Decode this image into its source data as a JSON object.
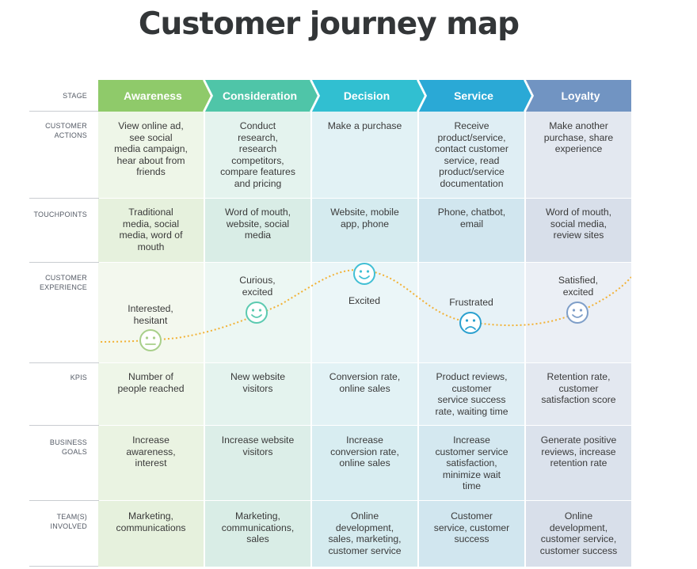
{
  "title": "Customer journey map",
  "row_labels": {
    "stage": "STAGE",
    "actions": [
      "CUSTOMER",
      "ACTIONS"
    ],
    "touchpoints": "TOUCHPOINTS",
    "experience": [
      "CUSTOMER",
      "EXPERIENCE"
    ],
    "kpis": "KPIS",
    "goals": [
      "BUSINESS",
      "GOALS"
    ],
    "teams": [
      "TEAM(S)",
      "INVOLVED"
    ]
  },
  "stages": [
    {
      "name": "Awareness",
      "color": "#8fca6a",
      "actions": [
        "View online ad,",
        "see social",
        "media campaign,",
        "hear about from",
        "friends"
      ],
      "touchpoints": [
        "Traditional",
        "media, social",
        "media, word of",
        "mouth"
      ],
      "experience": [
        "Interested,",
        "hesitant"
      ],
      "face": "neutral",
      "kpis": [
        "Number of",
        "people reached"
      ],
      "goals": [
        "Increase",
        "awareness,",
        "interest"
      ],
      "teams": [
        "Marketing,",
        "communications"
      ]
    },
    {
      "name": "Consideration",
      "color": "#4fc5a8",
      "actions": [
        "Conduct",
        "research,",
        "research",
        "competitors,",
        "compare features",
        "and pricing"
      ],
      "touchpoints": [
        "Word of mouth,",
        "website, social",
        "media"
      ],
      "experience": [
        "Curious,",
        "excited"
      ],
      "face": "happy",
      "kpis": [
        "New website",
        "visitors"
      ],
      "goals": [
        "Increase website",
        "visitors"
      ],
      "teams": [
        "Marketing,",
        "communications,",
        "sales"
      ]
    },
    {
      "name": "Decision",
      "color": "#31bfd1",
      "actions": [
        "Make a purchase"
      ],
      "touchpoints": [
        "Website, mobile",
        "app, phone"
      ],
      "experience": [
        "Excited"
      ],
      "face": "happy",
      "kpis": [
        "Conversion rate,",
        "online sales"
      ],
      "goals": [
        "Increase",
        "conversion rate,",
        "online sales"
      ],
      "teams": [
        "Online",
        "development,",
        "sales, marketing,",
        "customer service"
      ]
    },
    {
      "name": "Service",
      "color": "#2aa9d6",
      "actions": [
        "Receive",
        "product/service,",
        "contact customer",
        "service, read",
        "product/service",
        "documentation"
      ],
      "touchpoints": [
        "Phone, chatbot,",
        "email"
      ],
      "experience": [
        "Frustrated"
      ],
      "face": "sad",
      "kpis": [
        "Product reviews,",
        "customer",
        "service success",
        "rate, waiting time"
      ],
      "goals": [
        "Increase",
        "customer service",
        "satisfaction,",
        "minimize wait",
        "time"
      ],
      "teams": [
        "Customer",
        "service, customer",
        "success"
      ]
    },
    {
      "name": "Loyalty",
      "color": "#7194c2",
      "actions": [
        "Make another",
        "purchase, share",
        "experience"
      ],
      "touchpoints": [
        "Word of mouth,",
        "social media,",
        "review sites"
      ],
      "experience": [
        "Satisfied,",
        "excited"
      ],
      "face": "happy",
      "kpis": [
        "Retention rate,",
        "customer",
        "satisfaction score"
      ],
      "goals": [
        "Generate positive",
        "reviews, increase",
        "retention rate"
      ],
      "teams": [
        "Online",
        "development,",
        "customer service,",
        "customer success"
      ]
    }
  ],
  "curve_color": "#f2b134"
}
